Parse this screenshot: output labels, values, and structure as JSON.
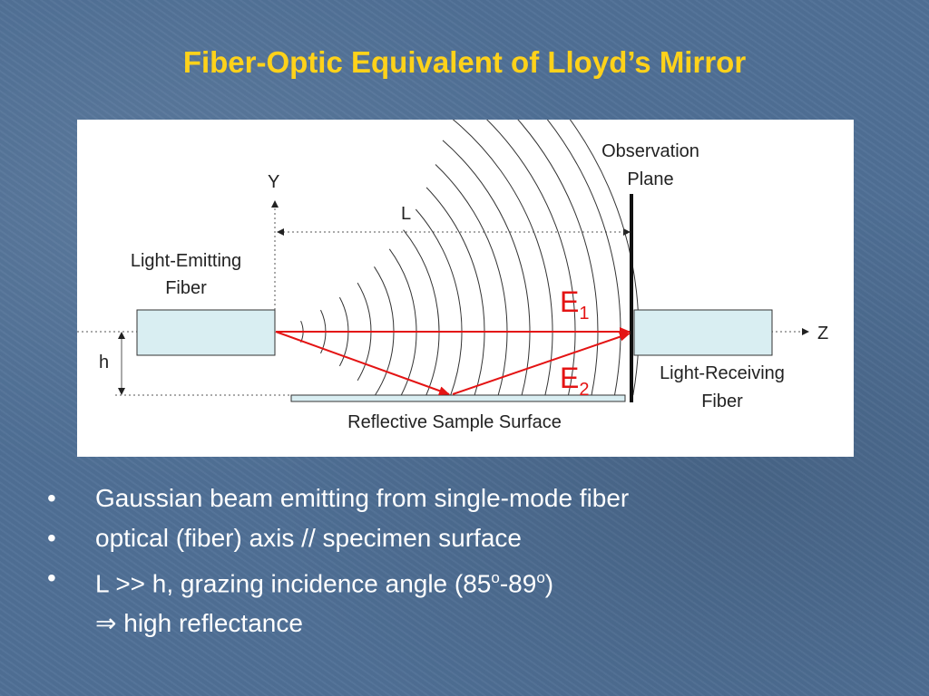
{
  "slide": {
    "title": "Fiber-Optic Equivalent of Lloyd’s Mirror"
  },
  "diagram": {
    "observation_plane_line1": "Observation",
    "observation_plane_line2": "Plane",
    "y_axis_label": "Y",
    "z_axis_label": "Z",
    "l_label": "L",
    "h_label": "h",
    "emitting_fiber_line1": "Light-Emitting",
    "emitting_fiber_line2": "Fiber",
    "receiving_fiber_line1": "Light-Receiving",
    "receiving_fiber_line2": "Fiber",
    "surface_label": "Reflective Sample Surface",
    "e1_main": "E",
    "e1_sub": "1",
    "e2_main": "E",
    "e2_sub": "2",
    "colors": {
      "fiber_fill": "#d9eef2",
      "ray": "#e41414",
      "wavefront": "#333333"
    }
  },
  "bullets": {
    "marker": "•",
    "items": [
      {
        "text": "Gaussian beam emitting from single-mode fiber"
      },
      {
        "text": "optical (fiber) axis // specimen surface"
      },
      {
        "text_pre": "L >> h, grazing incidence angle (85",
        "sup1": "o",
        "text_mid": "-89",
        "sup2": "o",
        "text_post": ")"
      }
    ],
    "sub_item": {
      "arrow": "⇒",
      "text": " high reflectance"
    }
  }
}
